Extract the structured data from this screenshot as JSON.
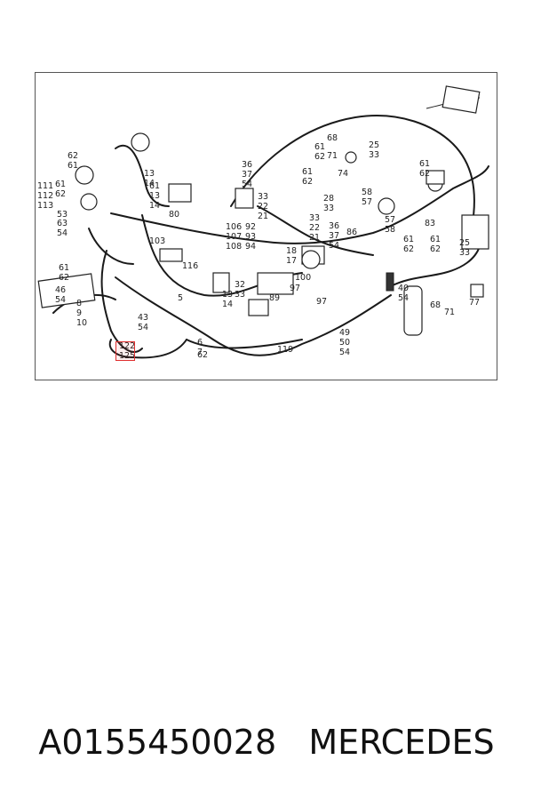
{
  "footer": {
    "text": "A0155450028   MERCEDES"
  },
  "highlight": {
    "label_top": "122",
    "label_bottom": "125",
    "color": "#e03030"
  },
  "callouts": [
    {
      "id": "c1",
      "lines": [
        "62",
        "61"
      ]
    },
    {
      "id": "c2",
      "lines": [
        "111",
        "112",
        "113"
      ]
    },
    {
      "id": "c3",
      "lines": [
        "61",
        "62"
      ]
    },
    {
      "id": "c4",
      "lines": [
        "53"
      ]
    },
    {
      "id": "c5",
      "lines": [
        "63",
        "54"
      ]
    },
    {
      "id": "c6",
      "lines": [
        "61",
        "62"
      ]
    },
    {
      "id": "c7",
      "lines": [
        "46",
        "54"
      ]
    },
    {
      "id": "c8",
      "lines": [
        "8",
        "9",
        "10"
      ]
    },
    {
      "id": "c9",
      "lines": [
        "13",
        "14"
      ]
    },
    {
      "id": "c10",
      "lines": [
        "61",
        "13",
        "14"
      ]
    },
    {
      "id": "c11",
      "lines": [
        "80"
      ]
    },
    {
      "id": "c12",
      "lines": [
        "103"
      ]
    },
    {
      "id": "c13",
      "lines": [
        "116"
      ]
    },
    {
      "id": "c14",
      "lines": [
        "5"
      ]
    },
    {
      "id": "c15",
      "lines": [
        "43",
        "54"
      ]
    },
    {
      "id": "c16",
      "lines": [
        "6",
        "7"
      ]
    },
    {
      "id": "c17",
      "lines": [
        "62"
      ]
    },
    {
      "id": "c18",
      "lines": [
        "36",
        "37",
        "54"
      ]
    },
    {
      "id": "c19",
      "lines": [
        "33",
        "22",
        "21"
      ]
    },
    {
      "id": "c20",
      "lines": [
        "106",
        "107",
        "108"
      ]
    },
    {
      "id": "c21",
      "lines": [
        "92",
        "93",
        "94"
      ]
    },
    {
      "id": "c22",
      "lines": [
        "18",
        "17"
      ]
    },
    {
      "id": "c23",
      "lines": [
        "13",
        "14"
      ]
    },
    {
      "id": "c24",
      "lines": [
        "32",
        "33"
      ]
    },
    {
      "id": "c25",
      "lines": [
        "89"
      ]
    },
    {
      "id": "c26",
      "lines": [
        "100"
      ]
    },
    {
      "id": "c27",
      "lines": [
        "97"
      ]
    },
    {
      "id": "c28",
      "lines": [
        "97"
      ]
    },
    {
      "id": "c29",
      "lines": [
        "119"
      ]
    },
    {
      "id": "c30",
      "lines": [
        "61",
        "62"
      ]
    },
    {
      "id": "c31",
      "lines": [
        "61",
        "62"
      ]
    },
    {
      "id": "c32",
      "lines": [
        "68"
      ]
    },
    {
      "id": "c33",
      "lines": [
        "71"
      ]
    },
    {
      "id": "c34",
      "lines": [
        "74"
      ]
    },
    {
      "id": "c35",
      "lines": [
        "25",
        "33"
      ]
    },
    {
      "id": "c36",
      "lines": [
        "28",
        "33"
      ]
    },
    {
      "id": "c37",
      "lines": [
        "33",
        "22",
        "21"
      ]
    },
    {
      "id": "c38",
      "lines": [
        "36",
        "37",
        "54"
      ]
    },
    {
      "id": "c39",
      "lines": [
        "86"
      ]
    },
    {
      "id": "c40",
      "lines": [
        "58",
        "57"
      ]
    },
    {
      "id": "c41",
      "lines": [
        "57",
        "58"
      ]
    },
    {
      "id": "c42",
      "lines": [
        "61",
        "62"
      ]
    },
    {
      "id": "c43",
      "lines": [
        "83"
      ]
    },
    {
      "id": "c44",
      "lines": [
        "61",
        "62"
      ]
    },
    {
      "id": "c45",
      "lines": [
        "61",
        "62"
      ]
    },
    {
      "id": "c46",
      "lines": [
        "25",
        "33"
      ]
    },
    {
      "id": "c47",
      "lines": [
        "40",
        "54"
      ]
    },
    {
      "id": "c48",
      "lines": [
        "68"
      ]
    },
    {
      "id": "c49",
      "lines": [
        "71"
      ]
    },
    {
      "id": "c50",
      "lines": [
        "77"
      ]
    },
    {
      "id": "c51",
      "lines": [
        "49",
        "50",
        "54"
      ]
    }
  ]
}
